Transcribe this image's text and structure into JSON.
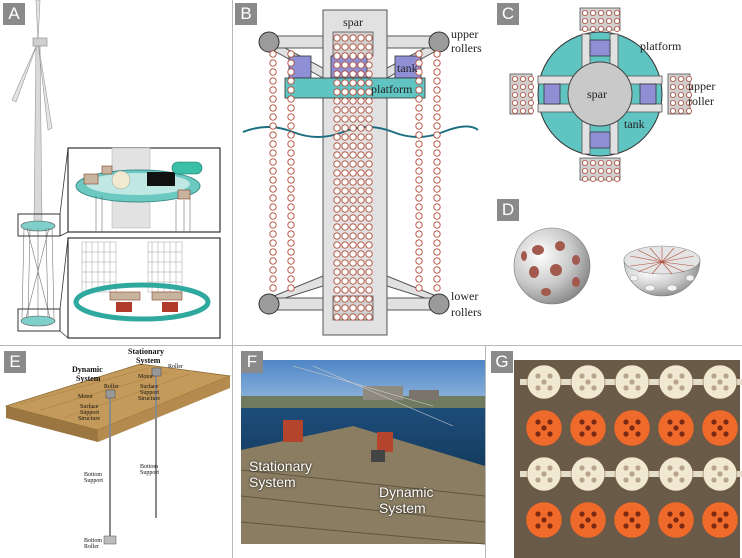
{
  "panels": {
    "A": {
      "label": "A"
    },
    "B": {
      "label": "B",
      "spar": "spar",
      "upper_rollers_1": "upper",
      "upper_rollers_2": "rollers",
      "tank": "tank",
      "platform": "platform",
      "lower_rollers_1": "lower",
      "lower_rollers_2": "rollers"
    },
    "C": {
      "label": "C",
      "platform": "platform",
      "spar": "spar",
      "upper_roller_1": "upper",
      "upper_roller_2": "roller",
      "tank": "tank"
    },
    "D": {
      "label": "D"
    },
    "E": {
      "label": "E",
      "dynamic_system_1": "Dynamic",
      "dynamic_system_2": "System",
      "stationary_system_1": "Stationary",
      "stationary_system_2": "System",
      "roller_dyn": "Roller",
      "roller_stat": "Roller",
      "motor_dyn": "Motor",
      "motor_stat": "Motor",
      "surface_support_dyn_1": "Surface",
      "surface_support_dyn_2": "Support",
      "surface_support_dyn_3": "Structure",
      "surface_support_stat_1": "Surface",
      "surface_support_stat_2": "Support",
      "surface_support_stat_3": "Structure",
      "bottom_support_dyn_1": "Bottom",
      "bottom_support_dyn_2": "Support",
      "bottom_support_stat_1": "Bottom",
      "bottom_support_stat_2": "Support",
      "bottom_roller_1": "Bottom",
      "bottom_roller_2": "Roller"
    },
    "F": {
      "label": "F",
      "stationary_system": "Stationary\nSystem",
      "dynamic_system": "Dynamic\nSystem"
    },
    "G": {
      "label": "G"
    }
  }
}
